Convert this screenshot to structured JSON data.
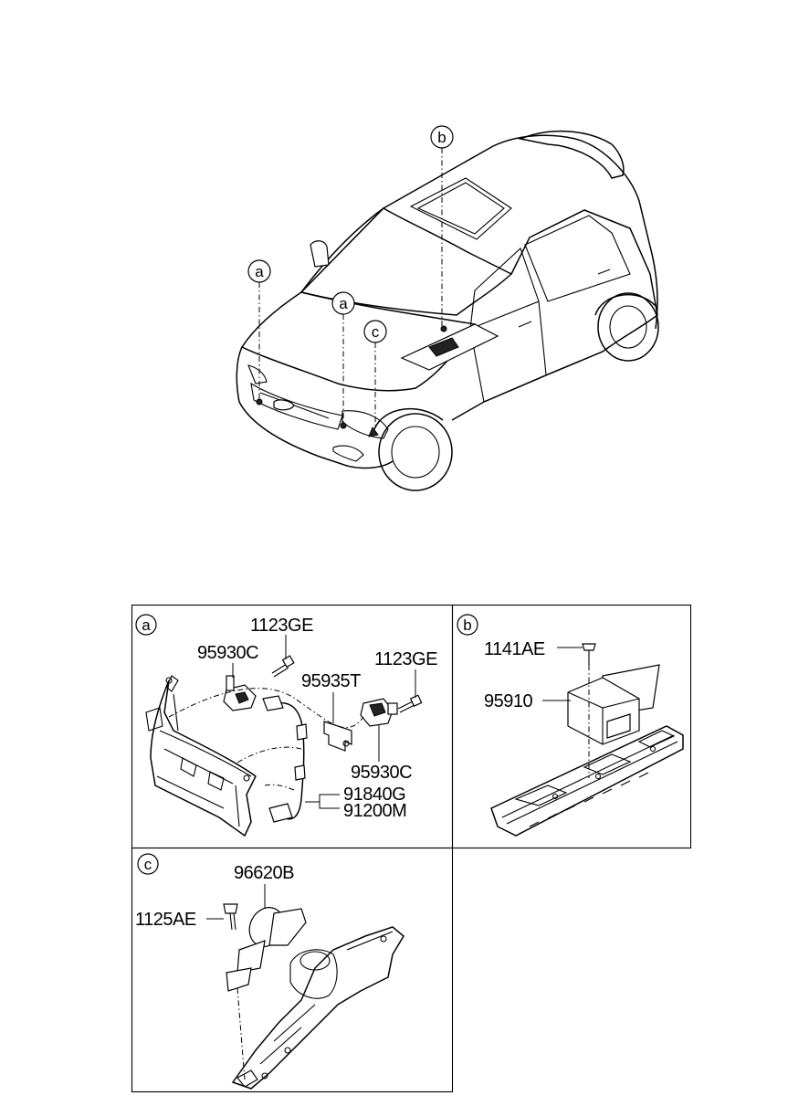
{
  "overview": {
    "callouts": [
      "a",
      "a",
      "b",
      "c"
    ]
  },
  "panel_a": {
    "callout": "a",
    "parts": [
      "1123GE",
      "95930C",
      "1123GE",
      "95935T",
      "95930C",
      "91840G",
      "91200M"
    ]
  },
  "panel_b": {
    "callout": "b",
    "parts": [
      "1141AE",
      "95910"
    ]
  },
  "panel_c": {
    "callout": "c",
    "parts": [
      "96620B",
      "1125AE"
    ]
  },
  "icons": [
    "car-overview-drawing",
    "radiator-support-drawing",
    "floor-pan-drawing",
    "front-side-member-drawing"
  ]
}
